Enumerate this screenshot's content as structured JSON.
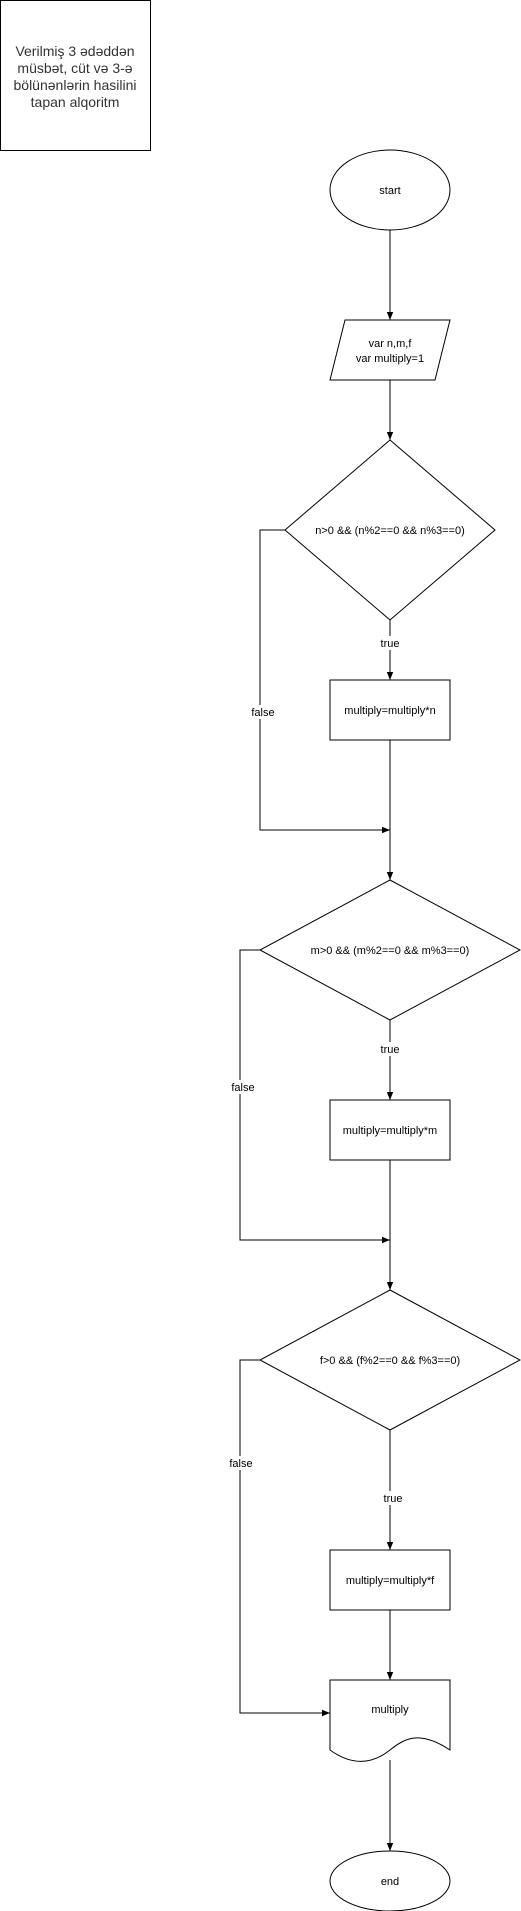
{
  "title_note": {
    "lines": [
      "Verilmiş 3 ədəddən",
      "müsbət, cüt və 3-ə",
      "bölünənlərin hasilini",
      "tapan alqoritm"
    ]
  },
  "nodes": {
    "start": "start",
    "input_line1": "var n,m,f",
    "input_line2": "var multiply=1",
    "cond_n": "n>0 && (n%2==0 && n%3==0)",
    "proc_n": "multiply=multiply*n",
    "cond_m": "m>0 && (m%2==0 && m%3==0)",
    "proc_m": "multiply=multiply*m",
    "cond_f": "f>0 && (f%2==0 && f%3==0)",
    "proc_f": "multiply=multiply*f",
    "output": "multiply",
    "end": "end"
  },
  "edge_labels": {
    "true_n": "true",
    "false_n": "false",
    "true_m": "true",
    "false_m": "false",
    "true_f": "true",
    "false_f": "false"
  }
}
